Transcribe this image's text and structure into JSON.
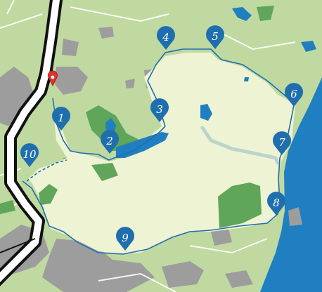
{
  "map": {
    "colors": {
      "background": "#bfd9a0",
      "park": "#eef3d3",
      "forest": "#5fa55a",
      "urban": "#9d9d9d",
      "water": "#1f7fc0",
      "trail": "#1f6fae",
      "marker": "#1f6fae",
      "marker_text": "#ffffff",
      "road_fill": "#ffffff",
      "road_casing": "#111111",
      "start_pin": "#e03030"
    },
    "markers": [
      {
        "label": "1"
      },
      {
        "label": "2"
      },
      {
        "label": "3"
      },
      {
        "label": "4"
      },
      {
        "label": "5"
      },
      {
        "label": "6"
      },
      {
        "label": "7"
      },
      {
        "label": "8"
      },
      {
        "label": "9"
      },
      {
        "label": "10"
      }
    ],
    "start_pin": {
      "icon": "location-pin-icon"
    }
  }
}
